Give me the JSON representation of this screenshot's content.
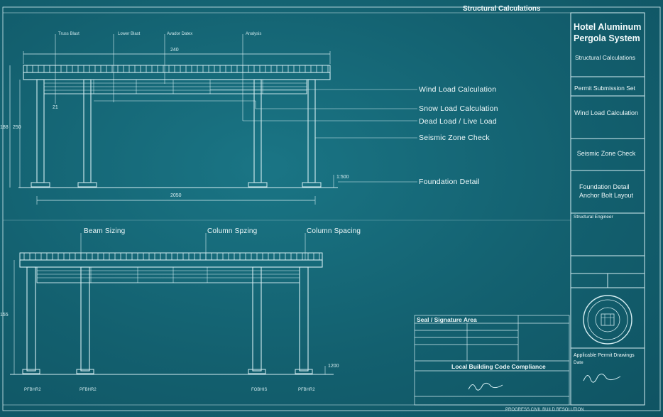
{
  "sheet": {
    "header_title": "Structural Calculations",
    "footer_note": "PROGRESS CIVIL BUILD RESOLUTION"
  },
  "title_block": {
    "project_title": "Hotel Aluminum Pergola System",
    "subtitle": "Structural Calculations",
    "set_name": "Permit Submission Set",
    "sections": [
      "Wind Load Calculation",
      "Seismic Zone Check",
      "Foundation Detail Anchor Bolt Layout"
    ],
    "engineer_label": "Structural Engineer",
    "applicable_label": "Applicable Permit Drawings",
    "applicable_sub": "Date"
  },
  "elevation_top": {
    "callouts": [
      "Truss Blast",
      "Lower Blast",
      "Avador Datex",
      "Analysis"
    ],
    "dim_top": "240",
    "dim_bottom": "2050",
    "dim_left_a": "188",
    "dim_left_b": "250",
    "dim_right": "1:500",
    "small_note": "21"
  },
  "load_labels": [
    "Wind Load Calculation",
    "Snow Load Calculation",
    "Dead Load / Live Load",
    "Seismic Zone Check",
    "Foundation Detail"
  ],
  "elevation_bottom": {
    "callouts": [
      "Beam Sizing",
      "Column Spzing",
      "Column Spacing"
    ],
    "dim_left": "155",
    "dim_right": "1200",
    "footing_tags": [
      "PFBHR2",
      "PFBHR2",
      "FOBHIS",
      "PFBHR2"
    ]
  },
  "compliance": {
    "seal_header": "Seal / Signature Area",
    "code_title": "Local Building Code Compliance"
  }
}
